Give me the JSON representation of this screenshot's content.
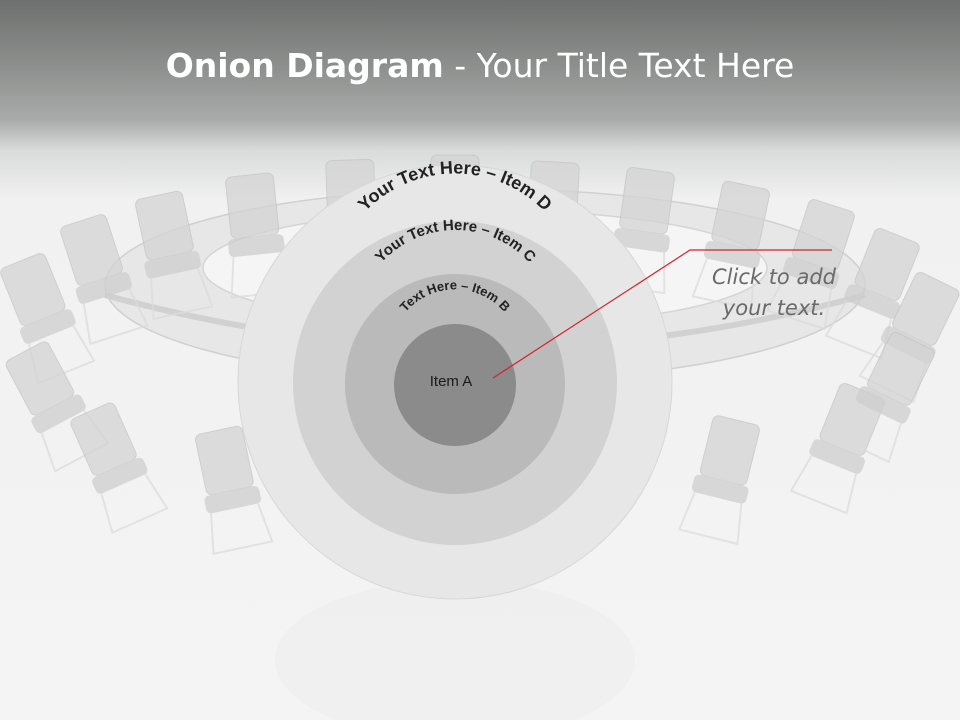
{
  "title": {
    "bold": "Onion Diagram",
    "rest": " - Your Title Text Here"
  },
  "diagram": {
    "rings": [
      {
        "label": "Your Text Here – Item D",
        "color": "#e6e7e6"
      },
      {
        "label": "Your Text Here – Item C",
        "color": "#d1d2d1"
      },
      {
        "label": "Text Here – Item B",
        "color": "#b9bab9"
      },
      {
        "label": "Item A",
        "color": "#8a8b8a"
      }
    ],
    "callout": {
      "line1": "Click  to add",
      "line2": "your text.",
      "line_color": "#d8232a"
    }
  }
}
